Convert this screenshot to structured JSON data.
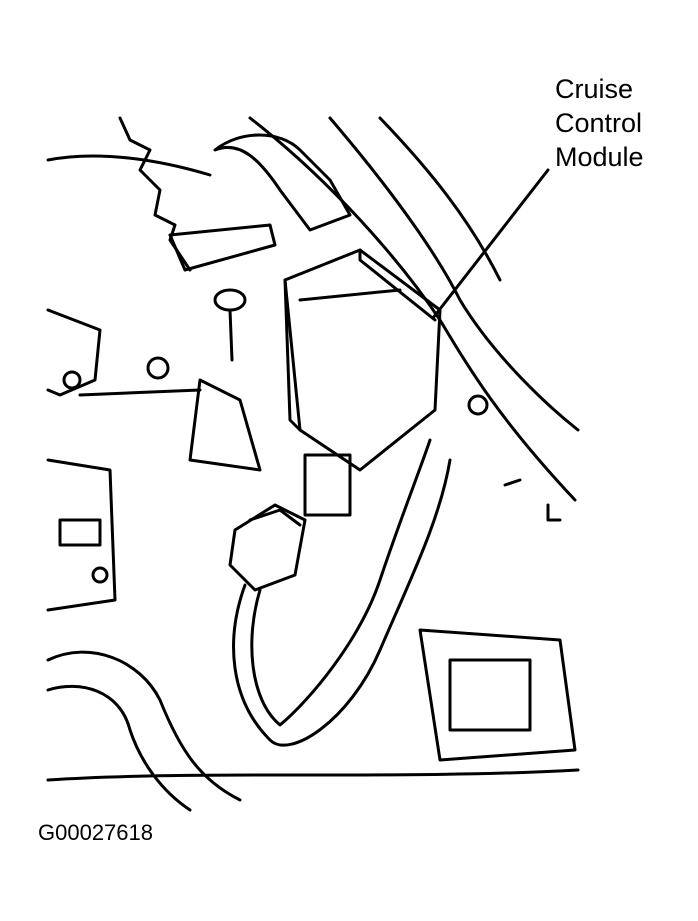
{
  "callout": {
    "lines": [
      "Cruise",
      "Control",
      "Module"
    ]
  },
  "figure_id": "G00027618",
  "colors": {
    "ink": "#000000",
    "background": "#ffffff"
  }
}
